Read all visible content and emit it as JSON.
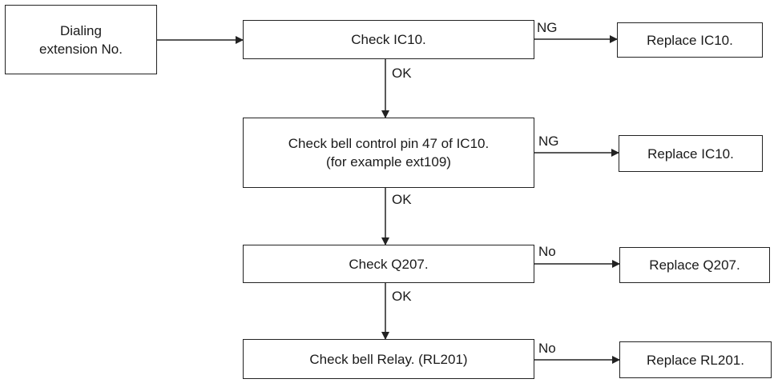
{
  "diagram": {
    "start": {
      "line1": "Dialing",
      "line2": "extension No."
    },
    "steps": [
      {
        "check_lines": [
          "Check IC10."
        ],
        "down_label": "OK",
        "right_label": "NG",
        "action": "Replace IC10."
      },
      {
        "check_lines": [
          "Check bell control pin 47 of IC10.",
          "(for example ext109)"
        ],
        "down_label": "OK",
        "right_label": "NG",
        "action": "Replace IC10."
      },
      {
        "check_lines": [
          "Check Q207."
        ],
        "down_label": "OK",
        "right_label": "No",
        "action": "Replace Q207."
      },
      {
        "check_lines": [
          "Check bell Relay. (RL201)"
        ],
        "right_label": "No",
        "action": "Replace RL201."
      }
    ]
  },
  "colors": {
    "line": "#222222",
    "text": "#1a1a1a",
    "background": "#ffffff"
  }
}
